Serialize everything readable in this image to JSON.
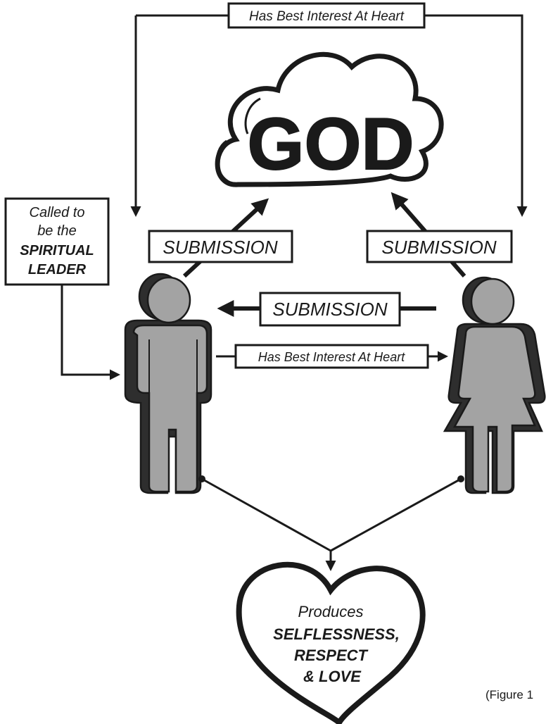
{
  "god": {
    "label": "GOD"
  },
  "top_relation": {
    "label": "Has Best Interest At Heart"
  },
  "husband_relation": {
    "label": "Has Best Interest At Heart"
  },
  "submission": {
    "left": "SUBMISSION",
    "right": "SUBMISSION",
    "middle": "SUBMISSION"
  },
  "leader_note": {
    "line1": "Called to",
    "line2": "be the",
    "line3": "SPIRITUAL",
    "line4": "LEADER"
  },
  "heart": {
    "line1": "Produces",
    "line2": "SELFLESSNESS,",
    "line3": "RESPECT",
    "line4": "& LOVE"
  },
  "figure_caption": "(Figure 1",
  "colors": {
    "ink": "#1a1a1a",
    "figure_fill": "#a3a3a3",
    "figure_shadow": "#2e2e2e",
    "background": "#ffffff"
  },
  "icons": [
    "cloud-icon",
    "man-icon",
    "woman-icon",
    "heart-icon",
    "arrow-icon"
  ]
}
